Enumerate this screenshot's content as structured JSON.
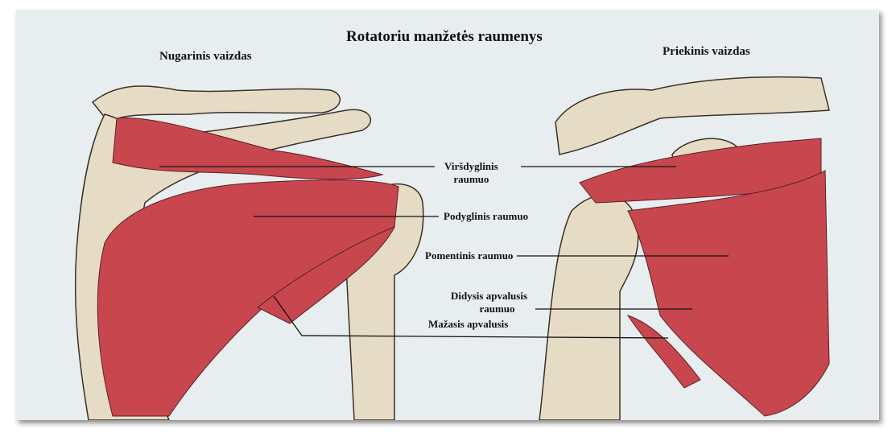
{
  "title": "Rotatoriu manžetės raumenys",
  "views": {
    "posterior": "Nugarinis vaizdas",
    "anterior": "Priekinis vaizdas"
  },
  "labels": {
    "supraspinatus": [
      "Viršdyglinis",
      "raumuo"
    ],
    "infraspinatus": "Podyglinis raumuo",
    "subscapularis": "Pomentinis raumuo",
    "teres_major": [
      "Didysis apvalusis",
      "raumuo"
    ],
    "teres_minor": "Mažasis apvalusis"
  },
  "colors": {
    "muscle": "#c8474f",
    "bone": "#e6dcc6",
    "background": "#e8eef0"
  }
}
